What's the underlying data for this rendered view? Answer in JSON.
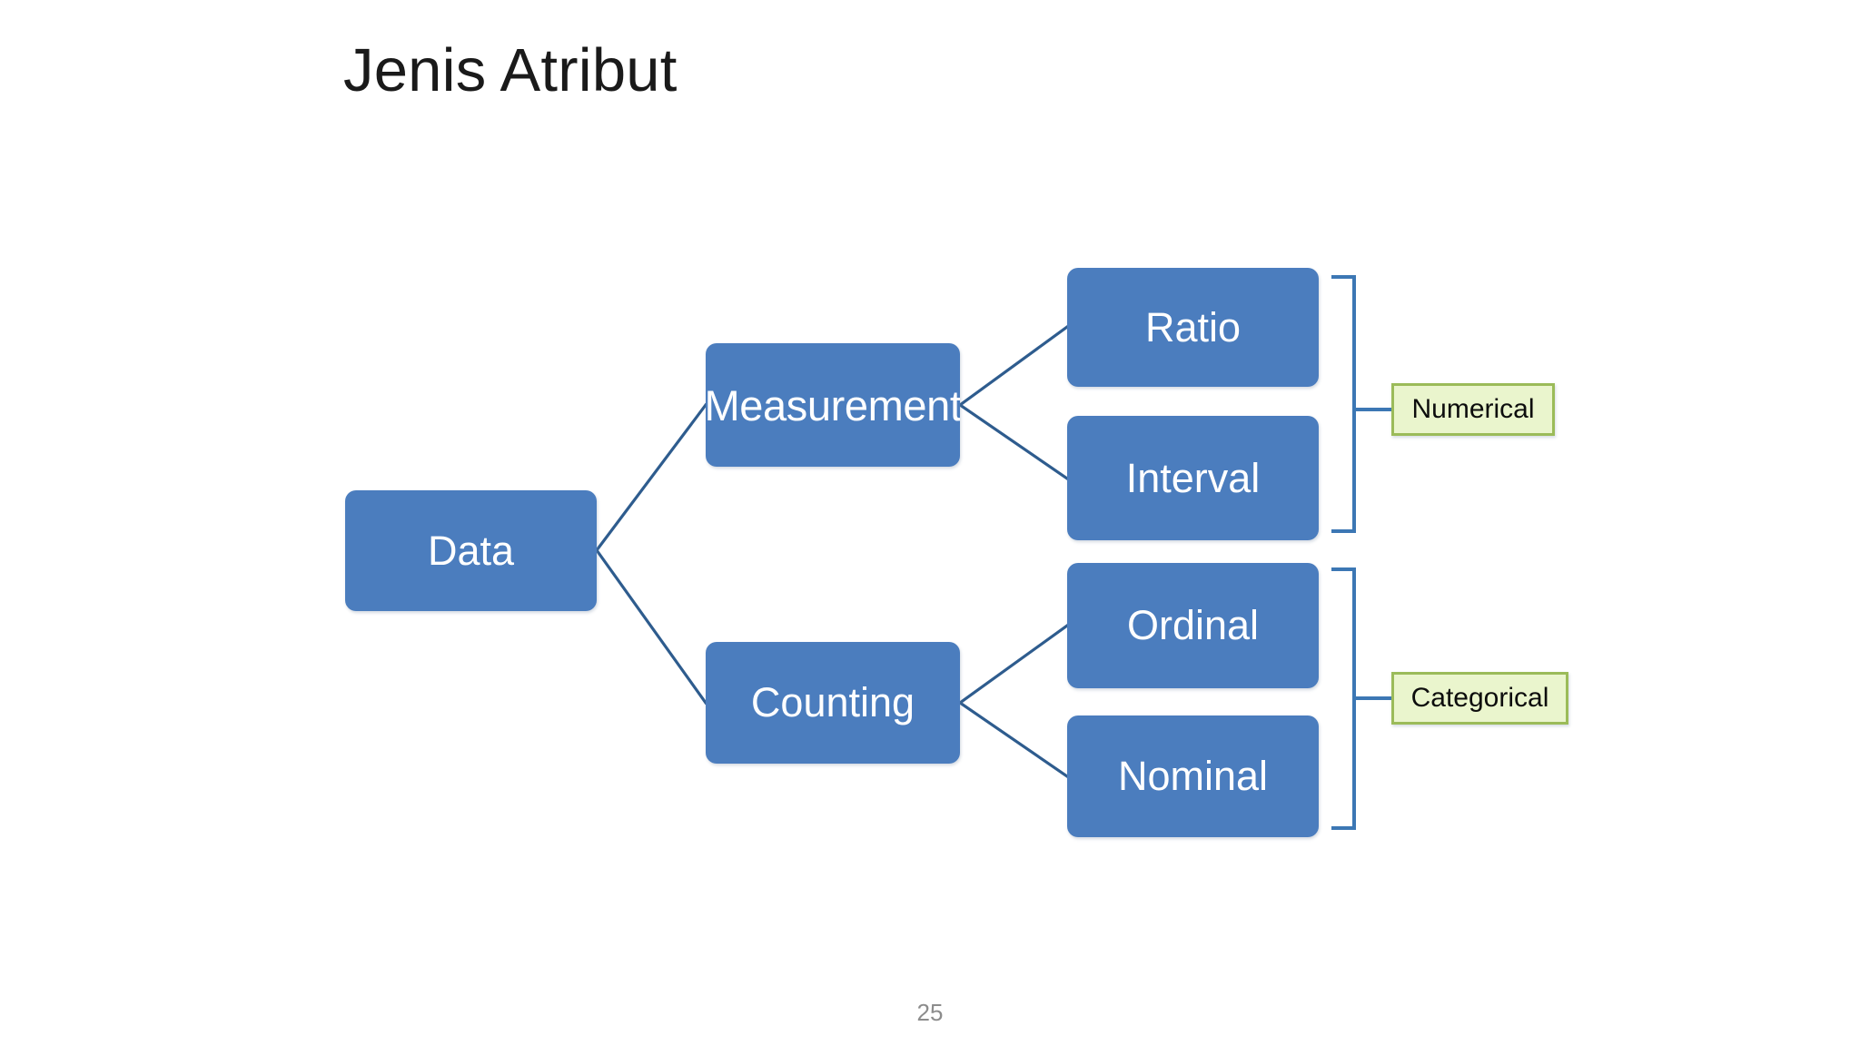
{
  "slide": {
    "title": "Jenis Atribut",
    "page_number": "25",
    "background_color": "#FFFFFF"
  },
  "colors": {
    "node_fill": "#4B7DBE",
    "node_text": "#FFFFFF",
    "connector_line": "#2E5C8E",
    "bracket_line": "#3C77B4",
    "callout_fill": "#EAF5CD",
    "callout_border": "#9BBB59",
    "callout_text": "#0D0D0D",
    "title_text": "#1A1A1A",
    "page_number_text": "#8C8C8C"
  },
  "diagram": {
    "type": "tree",
    "root": {
      "id": "data",
      "label": "Data"
    },
    "level1": [
      {
        "id": "measurement",
        "label": "Measurement"
      },
      {
        "id": "counting",
        "label": "Counting"
      }
    ],
    "level2": [
      {
        "id": "ratio",
        "label": "Ratio",
        "parent": "measurement",
        "group": "numerical"
      },
      {
        "id": "interval",
        "label": "Interval",
        "parent": "measurement",
        "group": "numerical"
      },
      {
        "id": "ordinal",
        "label": "Ordinal",
        "parent": "counting",
        "group": "categorical"
      },
      {
        "id": "nominal",
        "label": "Nominal",
        "parent": "counting",
        "group": "categorical"
      }
    ],
    "groups": [
      {
        "id": "numerical",
        "label": "Numerical",
        "members": [
          "ratio",
          "interval"
        ]
      },
      {
        "id": "categorical",
        "label": "Categorical",
        "members": [
          "ordinal",
          "nominal"
        ]
      }
    ],
    "edges": [
      {
        "from": "data",
        "to": "measurement"
      },
      {
        "from": "data",
        "to": "counting"
      },
      {
        "from": "measurement",
        "to": "ratio"
      },
      {
        "from": "measurement",
        "to": "interval"
      },
      {
        "from": "counting",
        "to": "ordinal"
      },
      {
        "from": "counting",
        "to": "nominal"
      }
    ]
  }
}
